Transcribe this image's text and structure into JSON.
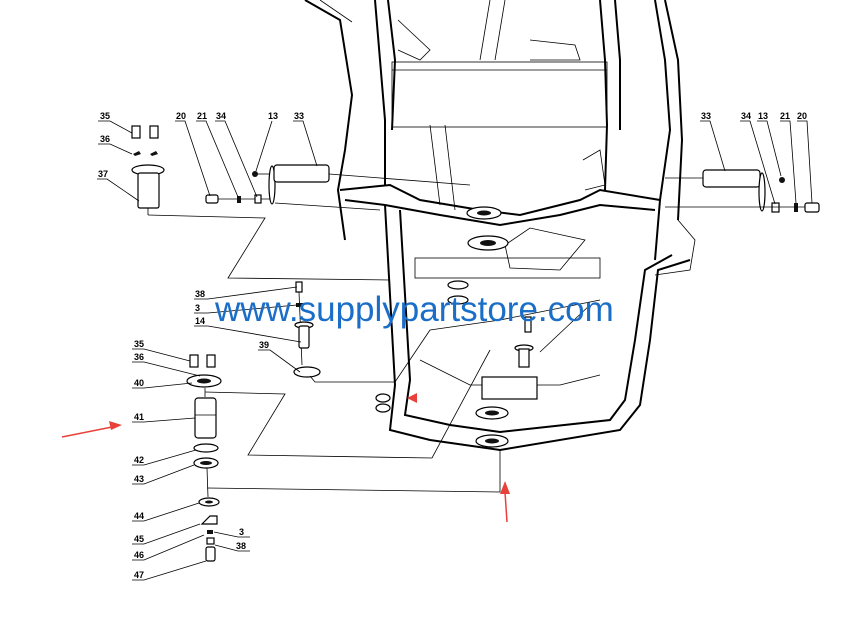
{
  "watermark": "www.supplypartstore.com",
  "colors": {
    "watermark": "#1a6ec8",
    "arrow": "#e8413a",
    "lines": "#000000"
  },
  "callouts": {
    "top_left": [
      "35",
      "36",
      "37",
      "20",
      "21",
      "34",
      "13",
      "33"
    ],
    "top_right": [
      "33",
      "34",
      "13",
      "21",
      "20"
    ],
    "middle": [
      "38",
      "3",
      "14",
      "39"
    ],
    "lower_left": [
      "35",
      "36",
      "40",
      "41",
      "42",
      "43",
      "44",
      "45",
      "46",
      "3",
      "38",
      "47"
    ]
  }
}
